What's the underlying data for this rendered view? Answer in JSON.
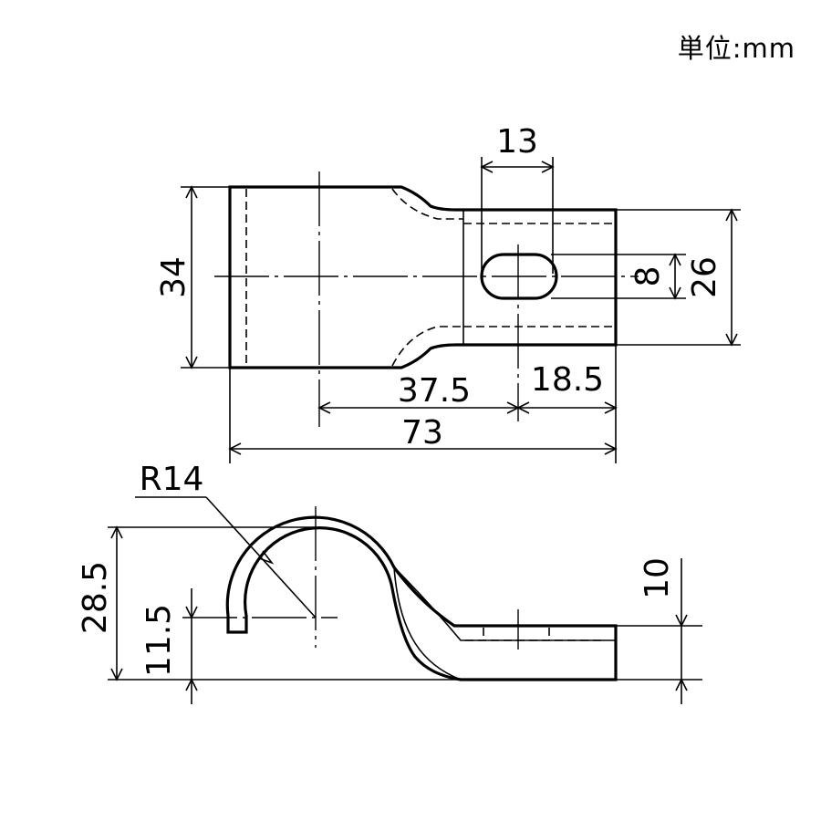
{
  "unit_label": "単位:mm",
  "dimensions": {
    "hole_width": "13",
    "overall_height": "34",
    "slot_width": "8",
    "tab_height": "26",
    "center_to_slot": "37.5",
    "slot_to_end": "18.5",
    "overall_length": "73",
    "radius": "R14",
    "total_height": "28.5",
    "center_height": "11.5",
    "tab_rise": "10"
  }
}
